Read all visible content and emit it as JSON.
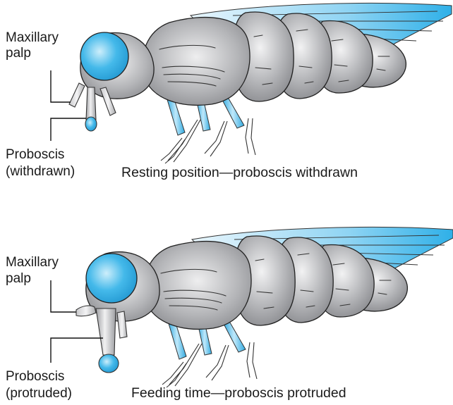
{
  "colors": {
    "accent_blue": "#3fb6e8",
    "body_grey": "#a9aaad",
    "outline": "#222222"
  },
  "top_panel": {
    "label_palp_line1": "Maxillary",
    "label_palp_line2": "palp",
    "label_proboscis_line1": "Proboscis",
    "label_proboscis_line2": "(withdrawn)",
    "caption": "Resting position—proboscis withdrawn"
  },
  "bottom_panel": {
    "label_palp_line1": "Maxillary",
    "label_palp_line2": "palp",
    "label_proboscis_line1": "Proboscis",
    "label_proboscis_line2": "(protruded)",
    "caption": "Feeding time—proboscis protruded"
  }
}
